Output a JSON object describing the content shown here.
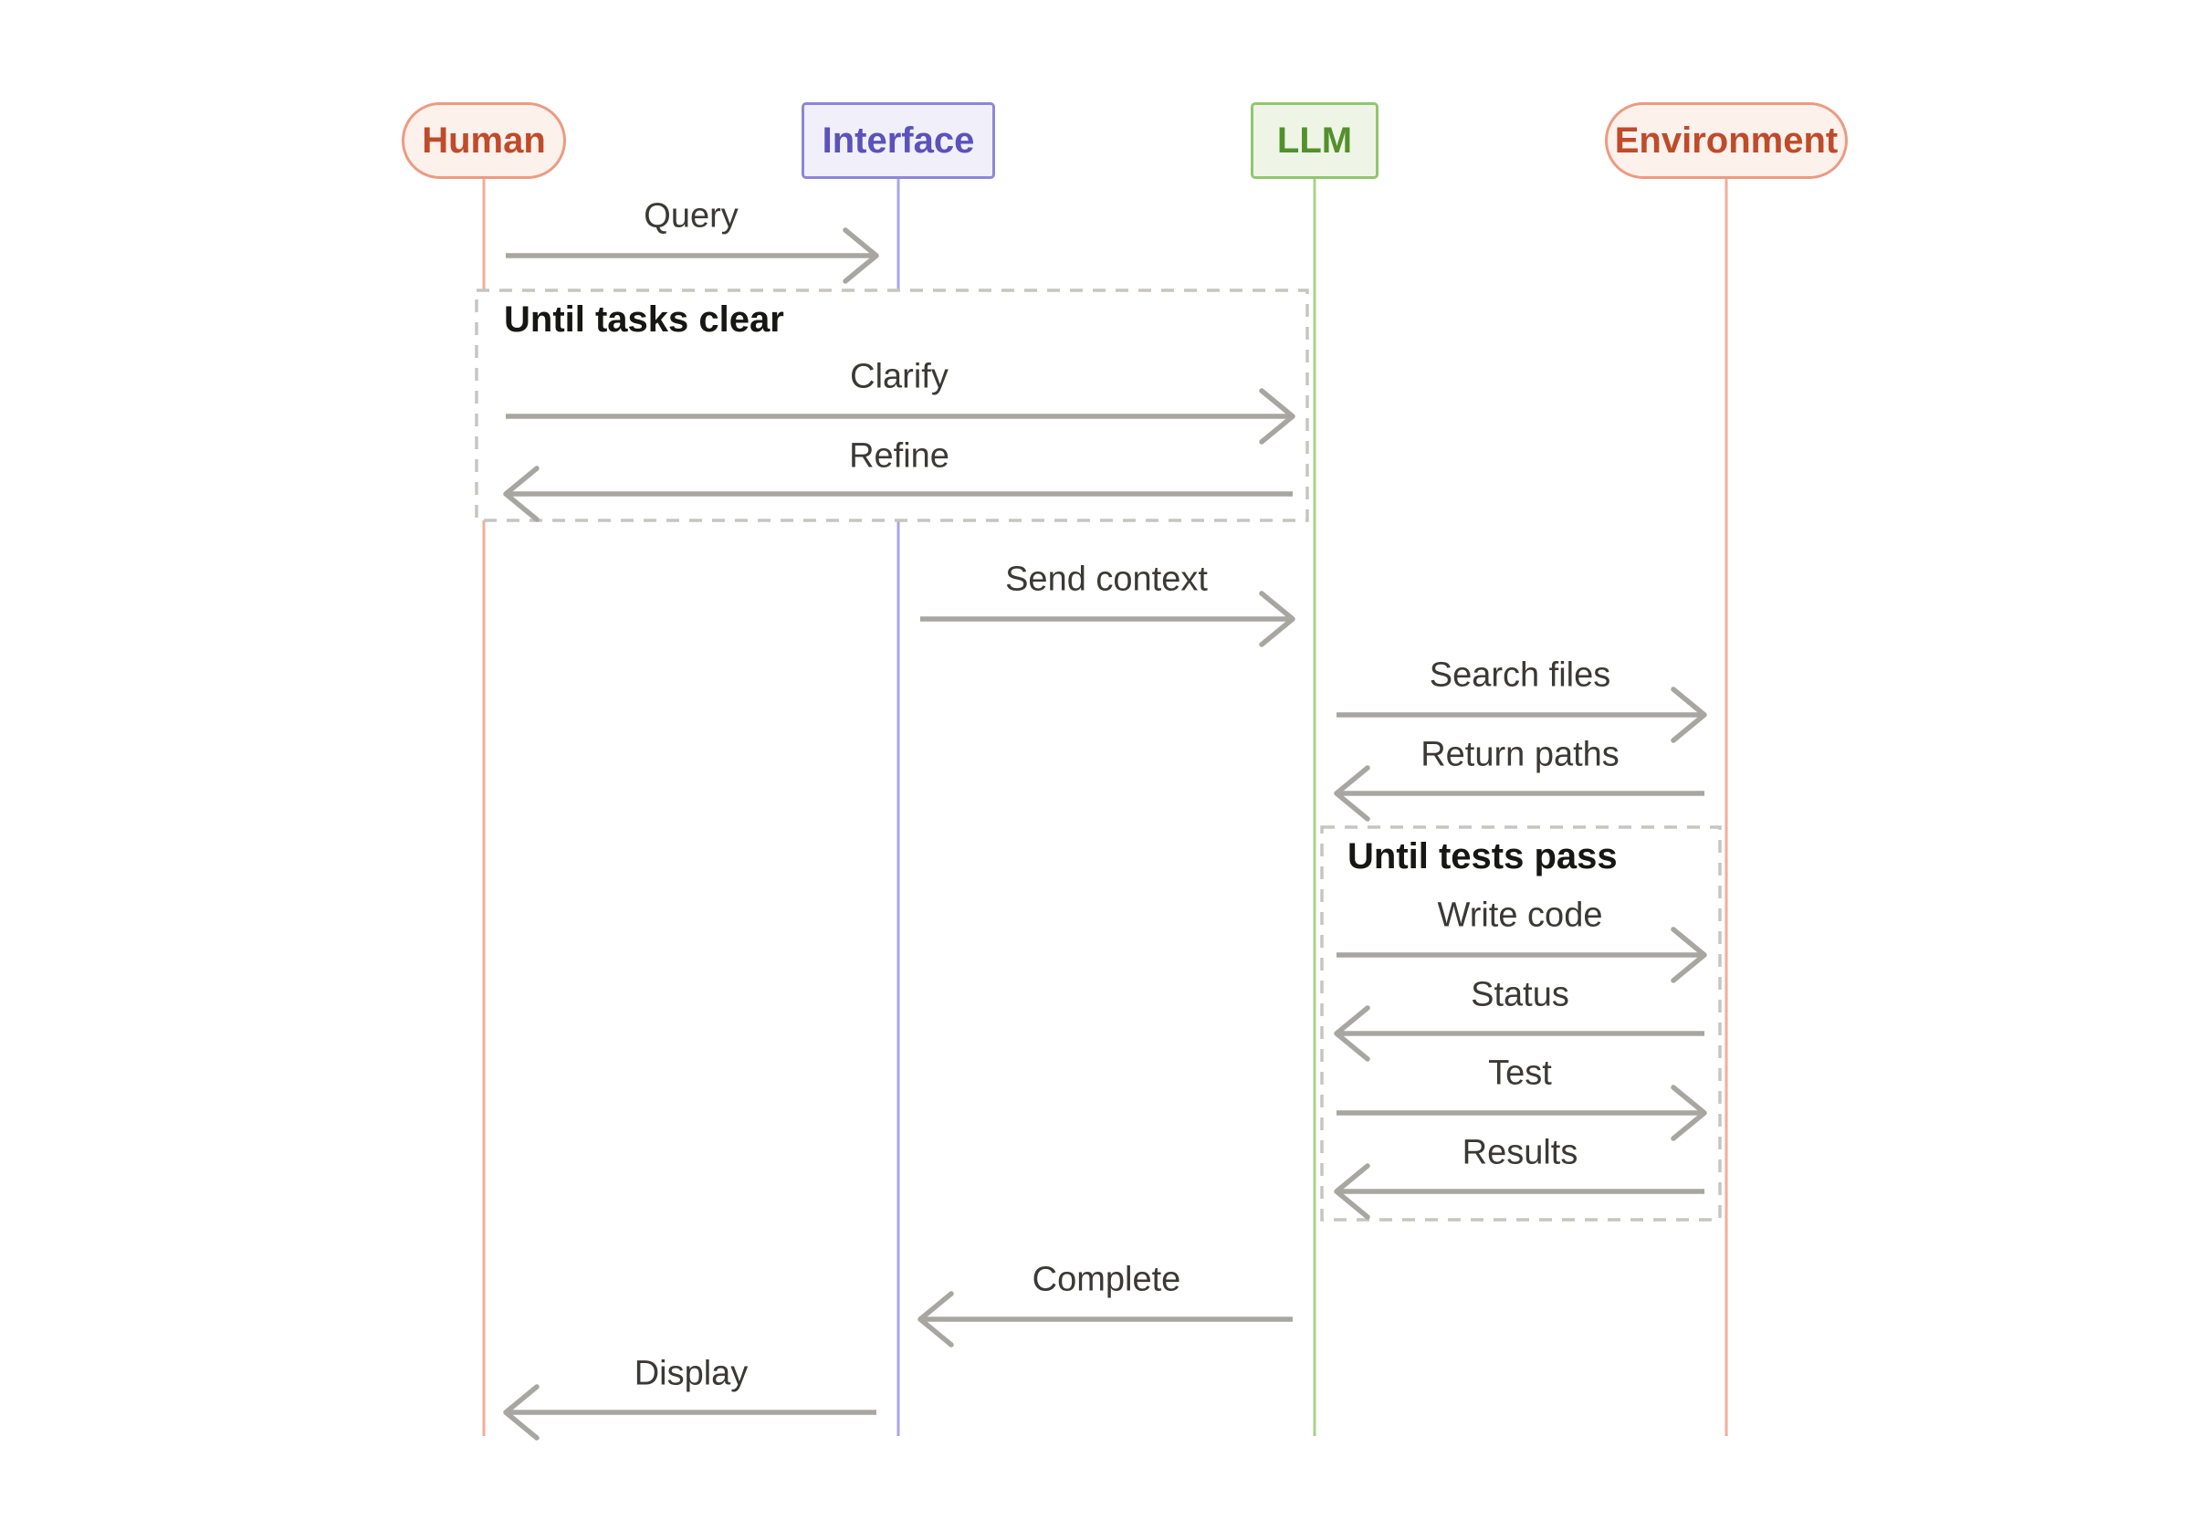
{
  "actors": [
    {
      "name": "Human",
      "shape": "pill",
      "theme": "red"
    },
    {
      "name": "Interface",
      "shape": "rect",
      "theme": "purple"
    },
    {
      "name": "LLM",
      "shape": "rect",
      "theme": "green"
    },
    {
      "name": "Environment",
      "shape": "pill",
      "theme": "red"
    }
  ],
  "messages": [
    {
      "label": "Query",
      "from": "Human",
      "to": "Interface",
      "direction": "right"
    },
    {
      "label": "Clarify",
      "from": "Human",
      "to": "LLM",
      "direction": "right"
    },
    {
      "label": "Refine",
      "from": "LLM",
      "to": "Human",
      "direction": "left"
    },
    {
      "label": "Send context",
      "from": "Interface",
      "to": "LLM",
      "direction": "right"
    },
    {
      "label": "Search files",
      "from": "LLM",
      "to": "Environment",
      "direction": "right"
    },
    {
      "label": "Return paths",
      "from": "Environment",
      "to": "LLM",
      "direction": "left"
    },
    {
      "label": "Write code",
      "from": "LLM",
      "to": "Environment",
      "direction": "right"
    },
    {
      "label": "Status",
      "from": "Environment",
      "to": "LLM",
      "direction": "left"
    },
    {
      "label": "Test",
      "from": "LLM",
      "to": "Environment",
      "direction": "right"
    },
    {
      "label": "Results",
      "from": "Environment",
      "to": "LLM",
      "direction": "left"
    },
    {
      "label": "Complete",
      "from": "LLM",
      "to": "Interface",
      "direction": "left"
    },
    {
      "label": "Display",
      "from": "Interface",
      "to": "Human",
      "direction": "left"
    }
  ],
  "loops": [
    {
      "label": "Until tasks clear",
      "contains": [
        "Clarify",
        "Refine"
      ]
    },
    {
      "label": "Until tests pass",
      "contains": [
        "Write code",
        "Status",
        "Test",
        "Results"
      ]
    }
  ],
  "colors": {
    "background": "#ffffff",
    "red-fill": "#fdf1ec",
    "red-border": "#eb9b82",
    "red-text": "#bf4b2a",
    "red-line": "#f2ad97",
    "purple-fill": "#f0effa",
    "purple-border": "#8d86d8",
    "purple-text": "#5b52ba",
    "purple-line": "#aba5e4",
    "green-fill": "#eef5e6",
    "green-border": "#92c56f",
    "green-text": "#53902c",
    "green-line": "#a8d18b",
    "arrow": "#a7a6a1",
    "dash": "#c6c5c1",
    "message-text": "#3a3936",
    "loop-text": "#161614"
  }
}
